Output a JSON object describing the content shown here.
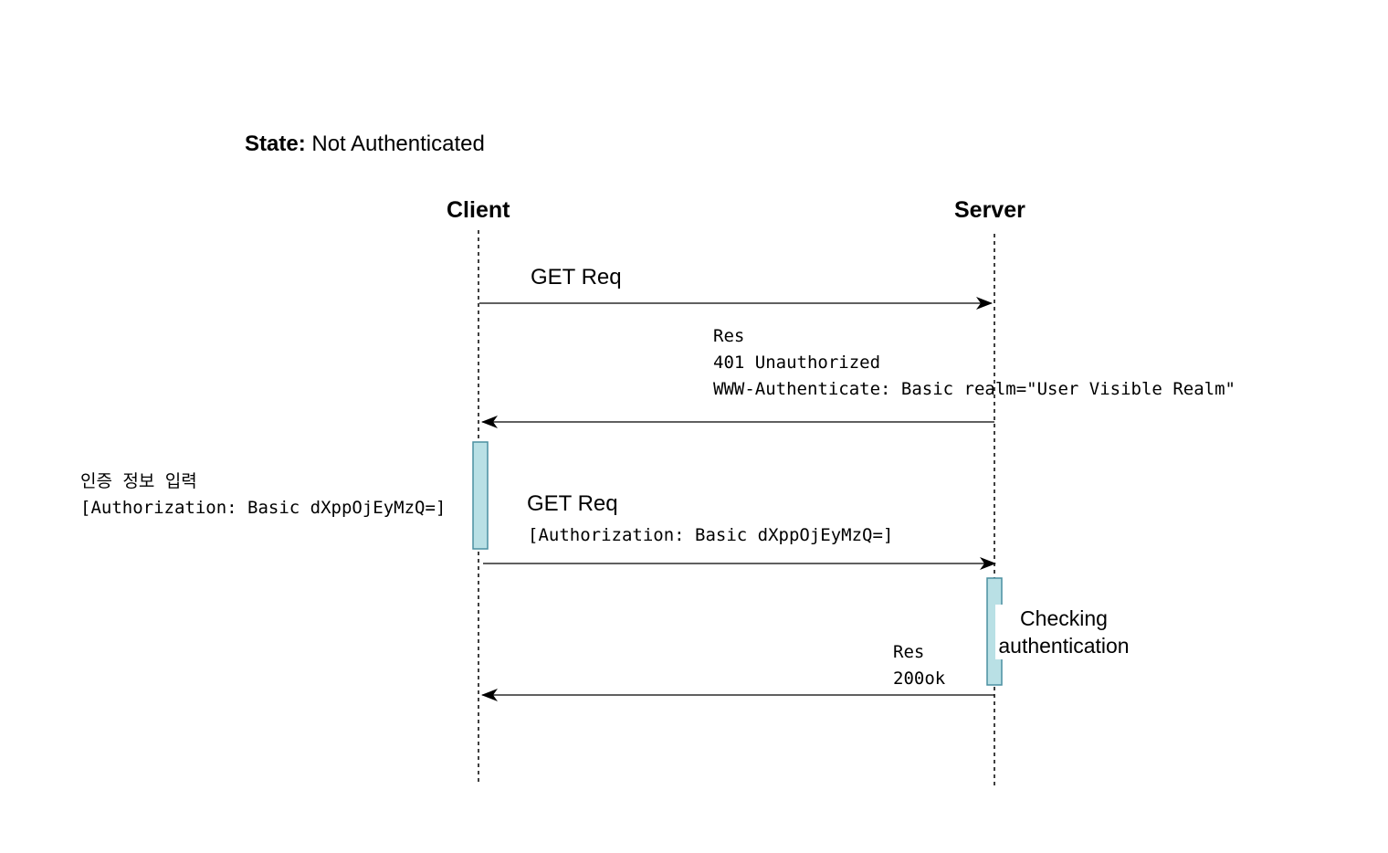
{
  "state": {
    "key": "State:",
    "value": " Not Authenticated"
  },
  "participants": {
    "client": "Client",
    "server": "Server"
  },
  "messages": {
    "get_request": {
      "label": "GET Req"
    },
    "unauthorized_response": {
      "lines": [
        "Res",
        "401 Unauthorized",
        "WWW-Authenticate: Basic realm=\"User Visible Realm\""
      ]
    },
    "authorized_request": {
      "label": "GET Req",
      "header": "[Authorization: Basic dXppOjEyMzQ=]"
    },
    "ok_response": {
      "lines": [
        "Res",
        "200ok"
      ]
    }
  },
  "notes": {
    "client_input": {
      "lines": [
        "인증 정보 입력",
        "[Authorization: Basic dXppOjEyMzQ=]"
      ]
    },
    "server_check": {
      "lines": [
        "Checking",
        "authentication"
      ]
    }
  },
  "colors": {
    "activation_fill": "#b9e0e5",
    "activation_stroke": "#4a8fa0",
    "line": "#000000",
    "background": "#ffffff"
  }
}
